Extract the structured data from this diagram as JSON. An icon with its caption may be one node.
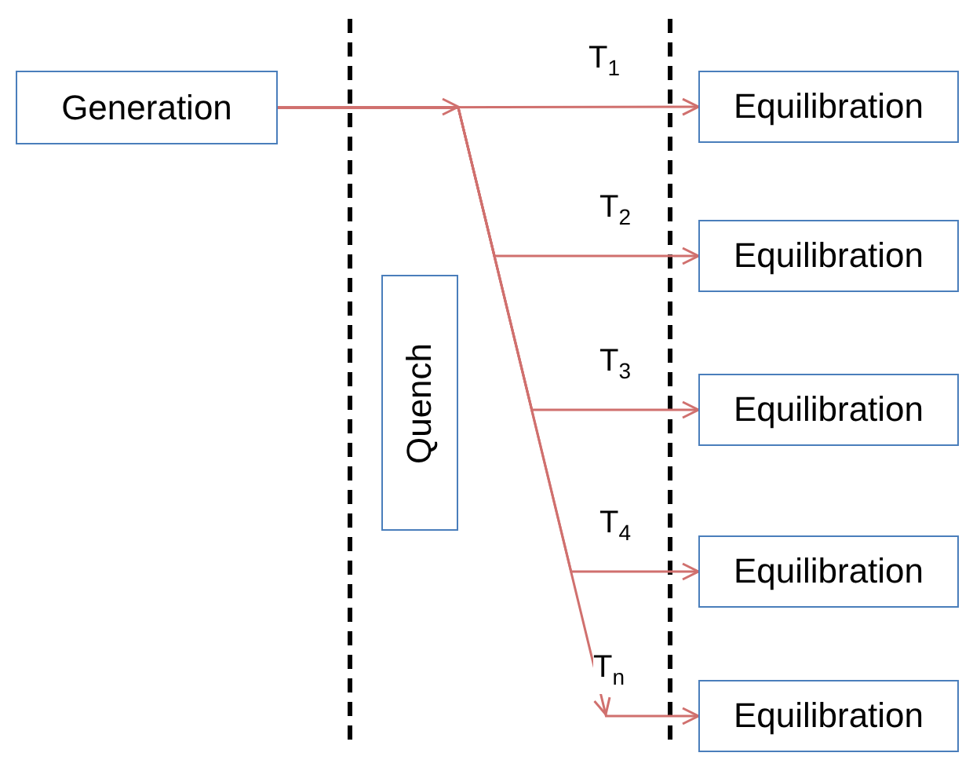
{
  "diagram": {
    "nodes": [
      {
        "text": [
          "Generation"
        ]
      },
      {
        "text": [
          "Quench"
        ]
      },
      {
        "text": [
          "Equilibration"
        ]
      },
      {
        "text": [
          "Equilibration"
        ]
      },
      {
        "text": [
          "Equilibration"
        ]
      },
      {
        "text": [
          "Equilibration"
        ]
      },
      {
        "text": [
          "Equilibration"
        ]
      }
    ],
    "edges": [
      {
        "from": 0,
        "to": 2,
        "arrow": "to",
        "label": "T$_{1}$"
      },
      {
        "from": 0,
        "to": 3,
        "arrow": "to",
        "label": "T$_{2}$"
      },
      {
        "from": 0,
        "to": 4,
        "arrow": "to",
        "label": "T$_{3}$"
      },
      {
        "from": 0,
        "to": 5,
        "arrow": "to",
        "label": "T$_{4}$"
      },
      {
        "from": 0,
        "to": 6,
        "arrow": "to",
        "label": "T$_{n}$"
      }
    ]
  }
}
